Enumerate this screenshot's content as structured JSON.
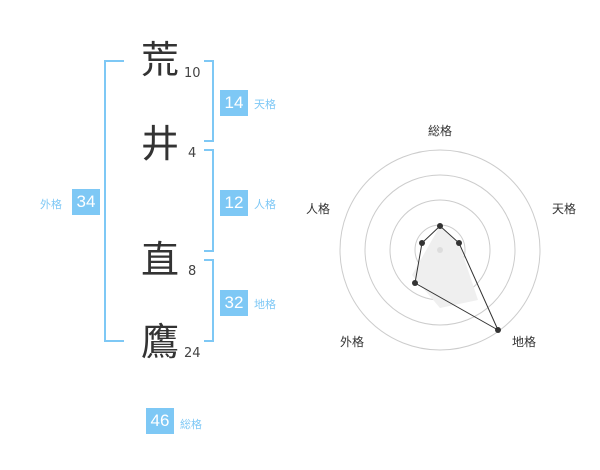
{
  "name": {
    "chars": [
      {
        "char": "荒",
        "strokes": "10"
      },
      {
        "char": "井",
        "strokes": "4"
      },
      {
        "char": "直",
        "strokes": "8"
      },
      {
        "char": "鷹",
        "strokes": "24"
      }
    ]
  },
  "kakusu": {
    "tenkaku": {
      "value": "14",
      "label": "天格"
    },
    "jinkaku": {
      "value": "12",
      "label": "人格"
    },
    "chikaku": {
      "value": "32",
      "label": "地格"
    },
    "gaikaku": {
      "value": "34",
      "label": "外格"
    },
    "soukaku": {
      "value": "46",
      "label": "総格"
    }
  },
  "chart_data": {
    "type": "radar",
    "axes": [
      "総格",
      "天格",
      "地格",
      "外格",
      "人格"
    ],
    "rings": 4,
    "colors": {
      "ring": "#cccccc",
      "series": "#333333",
      "fill": "#eeeeee",
      "accent": "#7ec8f5"
    }
  }
}
